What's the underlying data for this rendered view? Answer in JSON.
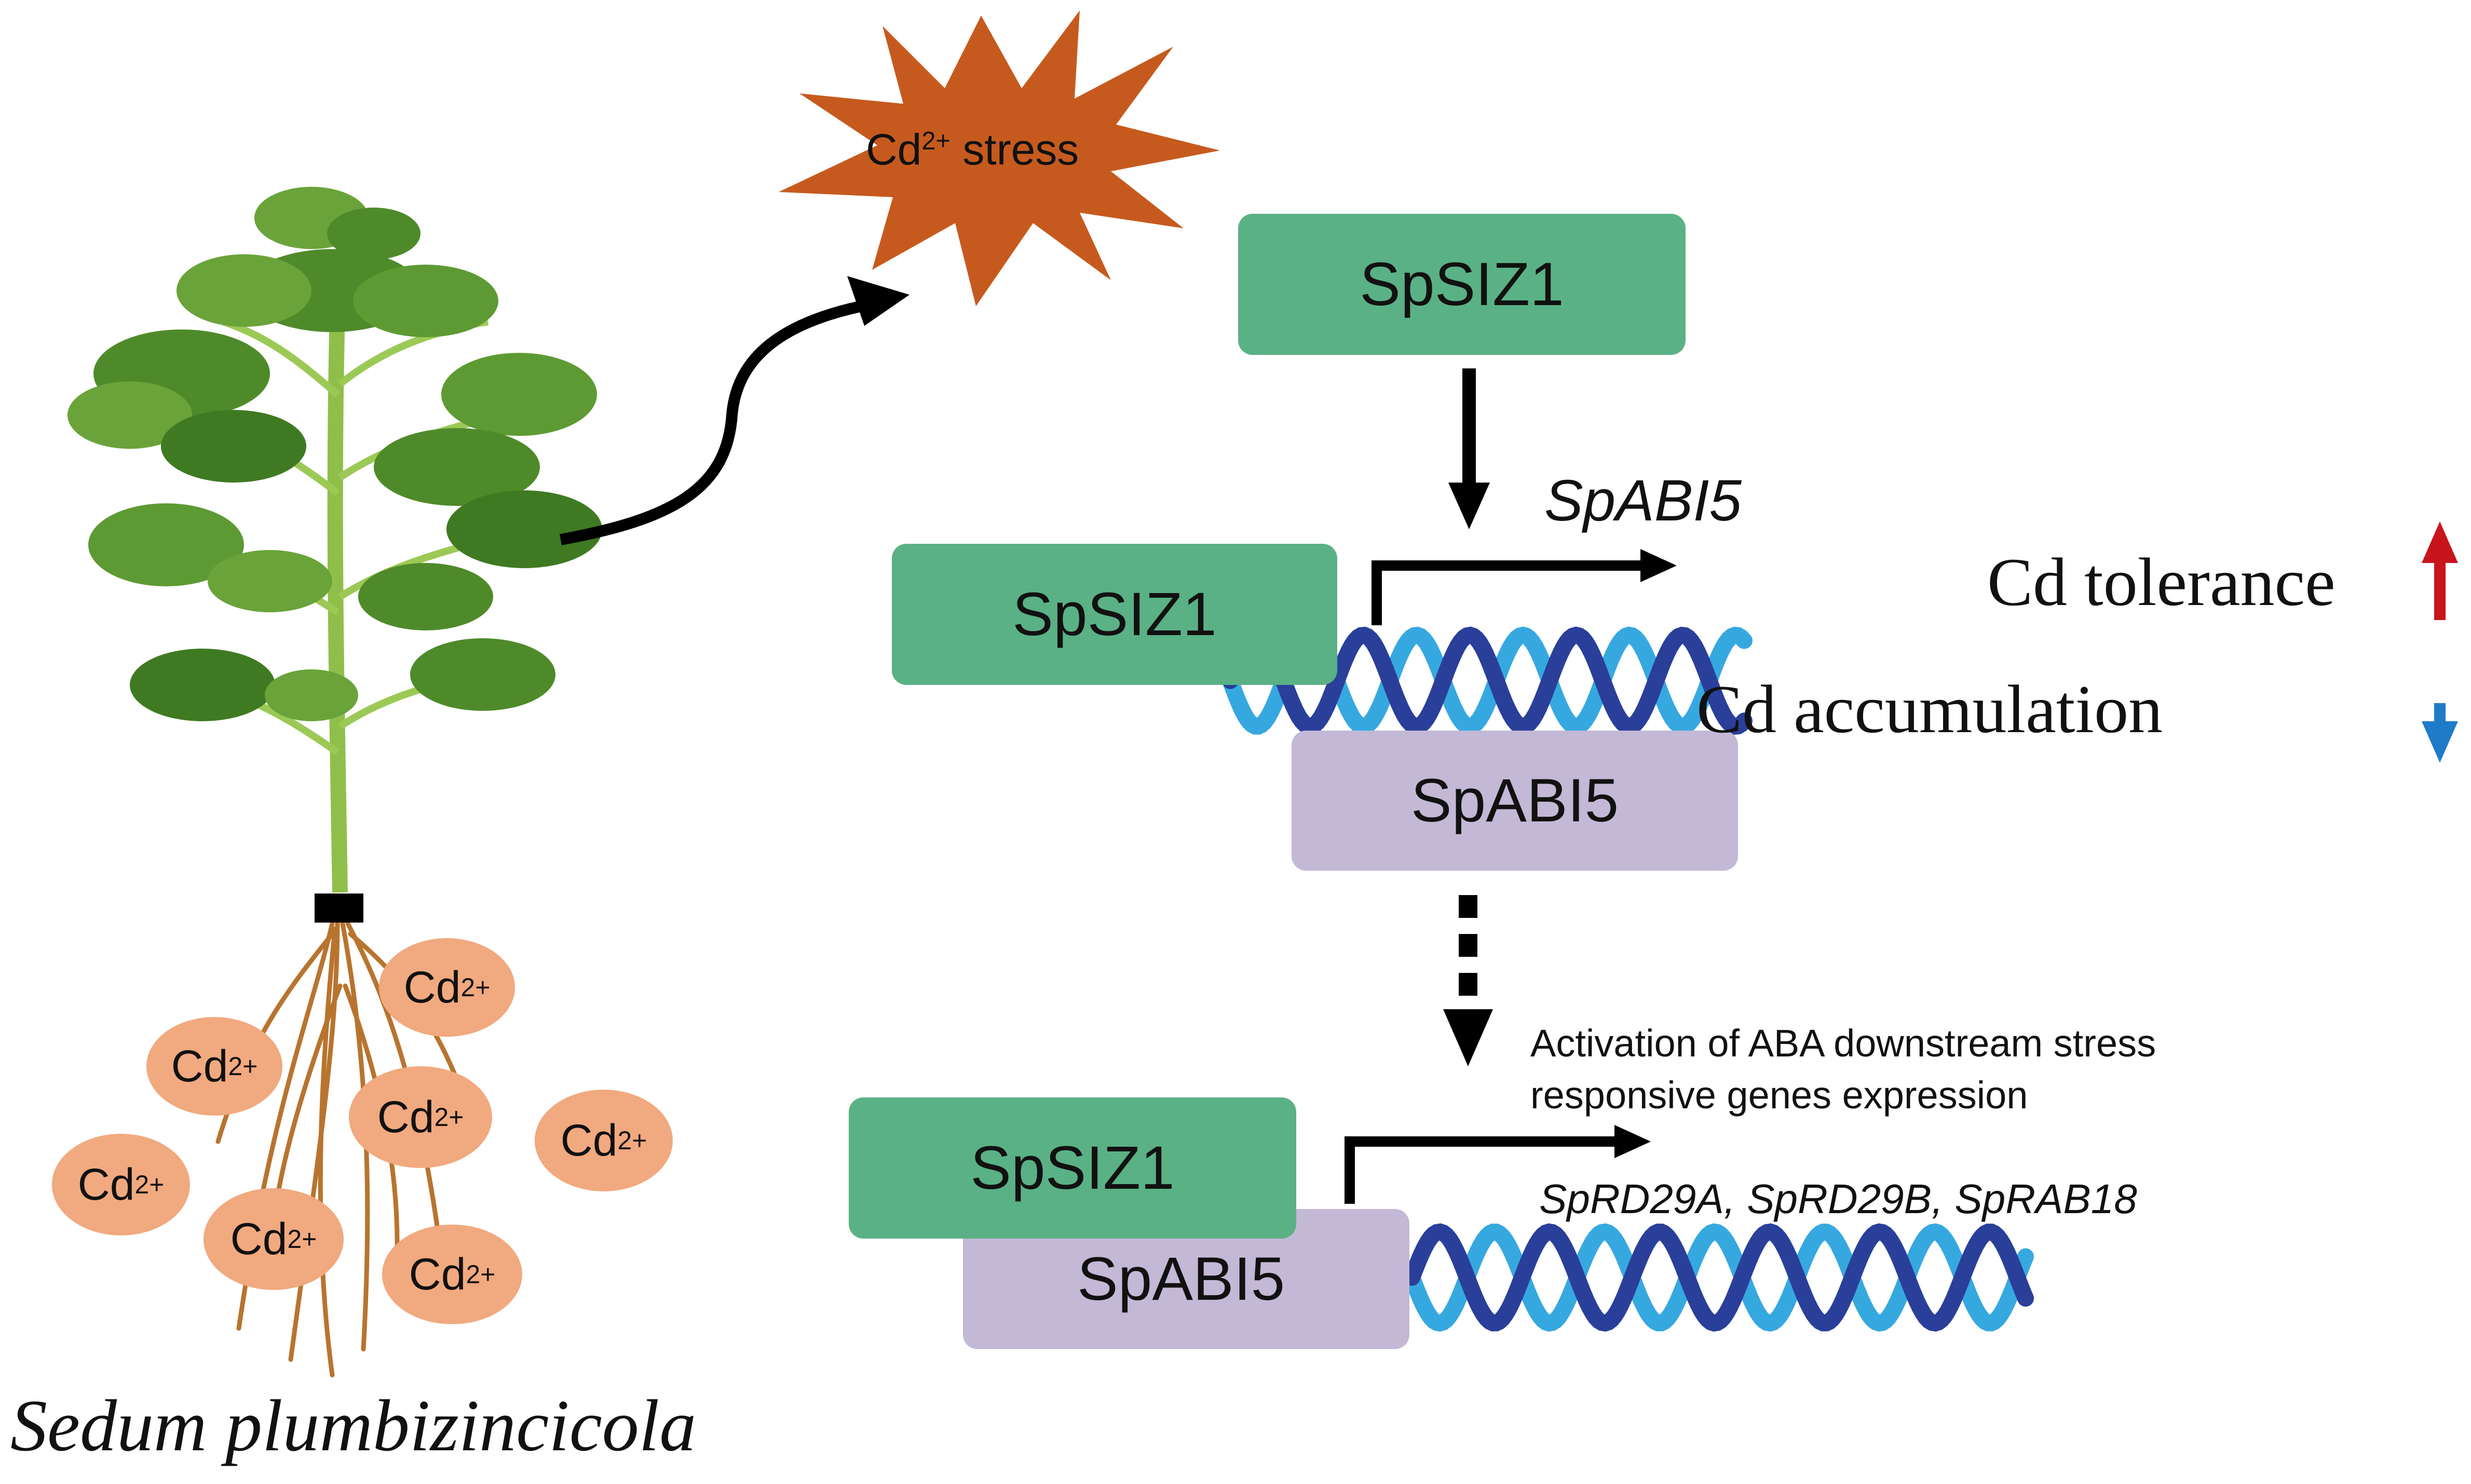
{
  "colors": {
    "green_box": "#5ab185",
    "purple_box": "#c3b8d6",
    "ion": "#f1a97f",
    "star": "#c65a1e",
    "dna_dark": "#2a3f9a",
    "dna_light": "#36a8e0",
    "arrow_up": "#c8141b",
    "arrow_down": "#1f7bc7"
  },
  "stress_label": {
    "prefix": "Cd",
    "sup": "2+",
    "suffix": " stress"
  },
  "ions": [
    {
      "text": "Cd",
      "sup": "2+"
    },
    {
      "text": "Cd",
      "sup": "2+"
    },
    {
      "text": "Cd",
      "sup": "2+"
    },
    {
      "text": "Cd",
      "sup": "2+"
    },
    {
      "text": "Cd",
      "sup": "2+"
    },
    {
      "text": "Cd",
      "sup": "2+"
    },
    {
      "text": "Cd",
      "sup": "2+"
    }
  ],
  "plant_name": "Sedum plumbizincicola",
  "boxes": {
    "top_spsiz1": "SpSIZ1",
    "mid_spsiz1": "SpSIZ1",
    "mid_spabi5": "SpABI5",
    "bottom_spsiz1": "SpSIZ1",
    "bottom_spabi5": "SpABI5"
  },
  "gene_label": "SpABI5",
  "effects": {
    "tolerance": "Cd tolerance",
    "accumulation": "Cd accumulation"
  },
  "activation": {
    "line1": "Activation of ABA downstream stress",
    "line2": "responsive genes expression",
    "genes": "SpRD29A, SpRD29B, SpRAB18"
  }
}
